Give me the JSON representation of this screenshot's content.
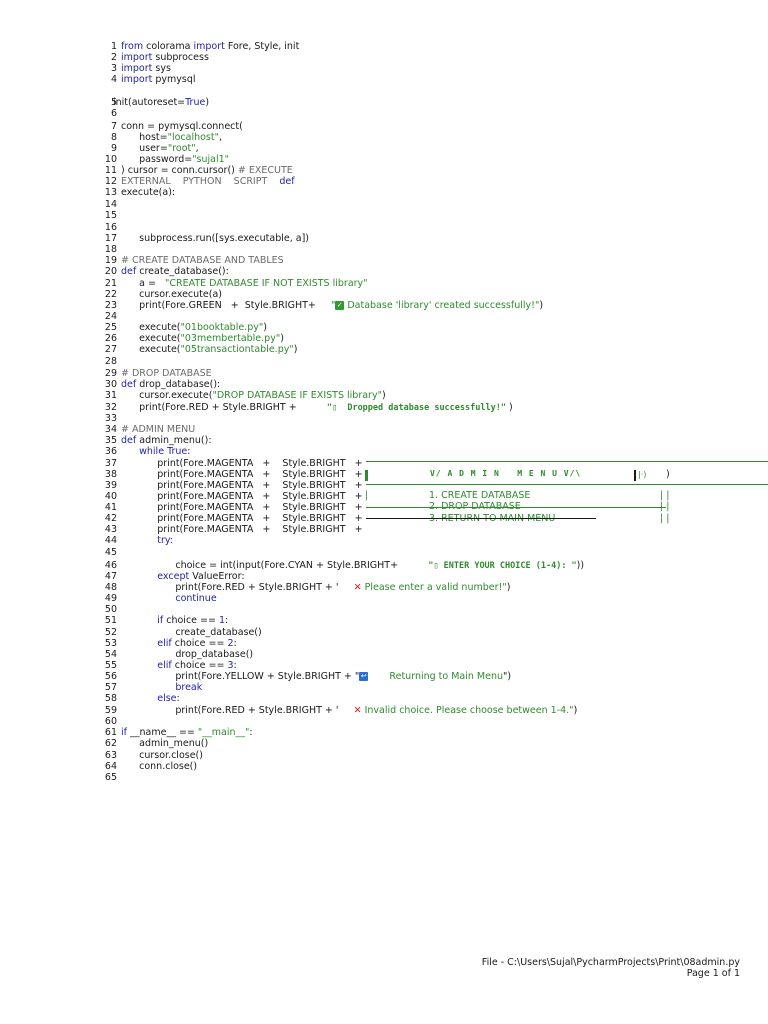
{
  "line_numbers": [
    "1",
    "2",
    "3",
    "4",
    "5",
    "6",
    "7",
    "8",
    "9",
    "10",
    "11",
    "12",
    "13",
    "14",
    "15",
    "16",
    "17",
    "18",
    "19",
    "20",
    "21",
    "22",
    "23",
    "24",
    "25",
    "26",
    "27",
    "28",
    "29",
    "30",
    "31",
    "32",
    "33",
    "34",
    "35",
    "36",
    "37",
    "38",
    "39",
    "40",
    "41",
    "42",
    "43",
    "44",
    "45",
    "46",
    "47",
    "48",
    "49",
    "50",
    "51",
    "52",
    "53",
    "54",
    "55",
    "56",
    "57",
    "58",
    "59",
    "60",
    "61",
    "62",
    "63",
    "64",
    "65"
  ],
  "code": {
    "l1_a": "from",
    "l1_b": " colorama ",
    "l1_c": "import",
    "l1_d": " Fore, Style, init",
    "l2_a": "import",
    "l2_b": " subprocess",
    "l3_a": "import",
    "l3_b": " sys",
    "l4_a": "import",
    "l4_b": " pymysql",
    "l6_a": "init(autoreset=",
    "l6_b": "True",
    "l6_c": ")",
    "l8": "conn = pymysql.connect(",
    "l9_a": "      host=",
    "l9_b": "\"localhost\"",
    "l9_c": ",",
    "l10_a": "      user=",
    "l10_b": "\"root\"",
    "l10_c": ",",
    "l11_a": "      password=",
    "l11_b": "\"sujal1\"",
    "l12_a": ") cursor = conn.cursor() ",
    "l12_b": "# EXECUTE",
    "l13_a": "EXTERNAL    PYTHON    SCRIPT    ",
    "l13_b": "def",
    "l14": "execute(a):",
    "l19": "      subprocess.run([sys.executable, a])",
    "l21": "# CREATE DATABASE AND TABLES",
    "l22_a": "def",
    "l22_b": " create_database():",
    "l23_a": "      a =   ",
    "l23_b": "\"CREATE DATABASE IF NOT EXISTS library\"",
    "l24": "      cursor.execute(a)",
    "l25_a": "      print(Fore.GREEN   +  Style.BRIGHT+     ",
    "l25_b": "\"",
    "l25_check": "✓",
    "l25_c": " Database 'library' created successfully!\"",
    "l25_d": ")",
    "l27_a": "      execute(",
    "l27_b": "\"01booktable.py\"",
    "l27_c": ")",
    "l28_a": "      execute(",
    "l28_b": "\"03membertable.py\"",
    "l28_c": ")",
    "l29_a": "      execute(",
    "l29_b": "\"05transactiontable.py\"",
    "l29_c": ")",
    "l31": "# DROP DATABASE",
    "l32_a": "def",
    "l32_b": " drop_database():",
    "l33_a": "      cursor.execute(",
    "l33_b": "\"DROP DATABASE IF EXISTS library\"",
    "l33_c": ")",
    "l34_a": "      print(Fore.RED + Style.BRIGHT +          ",
    "l34_b": "\"▯  Dropped database successfully!\"",
    "l34_c": " )",
    "l36": "# ADMIN MENU",
    "l37_a": "def",
    "l37_b": " admin_menu():",
    "l38_a": "      ",
    "l38_b": "while",
    "l38_c": " ",
    "l38_d": "True",
    "l38_e": ":",
    "l39": "            print(Fore.MAGENTA   +    Style.BRIGHT   +",
    "l40": "            print(Fore.MAGENTA   +    Style.BRIGHT   +",
    "l41": "            print(Fore.MAGENTA   +    Style.BRIGHT   +",
    "l42": "            print(Fore.MAGENTA   +    Style.BRIGHT   +",
    "l43": "            print(Fore.MAGENTA   +    Style.BRIGHT   +",
    "l44": "            print(Fore.MAGENTA   +    Style.BRIGHT   +",
    "l45": "            print(Fore.MAGENTA   +    Style.BRIGHT   +",
    "l46": "            try:",
    "l48_a": "                  choice = int(input(Fore.CYAN + Style.BRIGHT+          ",
    "l48_b": "\"▯ ENTER YOUR CHOICE (1-4): \"",
    "l48_c": "))",
    "l49_a": "            ",
    "l49_b": "except",
    "l49_c": " ValueError:",
    "l50_a": "                  print(Fore.RED + Style.BRIGHT + '     ",
    "l50_x": "✕",
    "l50_b": " Please enter a valid number!\"",
    "l50_c": ")",
    "l51": "                  continue",
    "l53_a": "            ",
    "l53_b": "if",
    "l53_c": " choice == ",
    "l53_d": "1",
    "l53_e": ":",
    "l54": "                  create_database()",
    "l55_a": "            ",
    "l55_b": "elif",
    "l55_c": " choice == ",
    "l55_d": "2",
    "l55_e": ":",
    "l56": "                  drop_database()",
    "l57_a": "            ",
    "l57_b": "elif",
    "l57_c": " choice == ",
    "l57_d": "3",
    "l57_e": ":",
    "l58_a": "                  print(Fore.YELLOW + Style.BRIGHT + \"",
    "l58_back": "↩",
    "l58_b": "       Returning to Main Menu",
    "l58_c": "\")",
    "l59": "                  break",
    "l60_a": "            ",
    "l60_b": "else",
    "l60_c": ":",
    "l61_a": "                  print(Fore.RED + Style.BRIGHT + '     ",
    "l61_x": "✕",
    "l61_b": " Invalid choice. Please choose between 1-4.\"",
    "l61_c": ")",
    "l63_a": "if",
    "l63_b": " __name__ == ",
    "l63_c": "\"__main__\"",
    "l63_d": ":",
    "l64": "      admin_menu()",
    "l65": "      cursor.close()",
    "l66": "      conn.close()"
  },
  "menu": {
    "title": "V/ A D M I N   M E N U V/\\",
    "title_right": "|·)",
    "item1": "1. CREATE DATABASE",
    "item2": "2. DROP DATABASE",
    "item3": "3. RETURN TO MAIN MENU",
    "bar1": "|",
    "bar2": "| |",
    "bar3": "| |",
    "bar4": "| |",
    "close_paren": ")"
  },
  "footer": {
    "file": "File - C:\\Users\\Sujal\\PycharmProjects\\Print\\08admin.py",
    "page": "Page 1 of 1"
  },
  "colors": {
    "keyword": "#1f1fa8",
    "string": "#2f8a2f",
    "comment": "#6b6b6b"
  }
}
